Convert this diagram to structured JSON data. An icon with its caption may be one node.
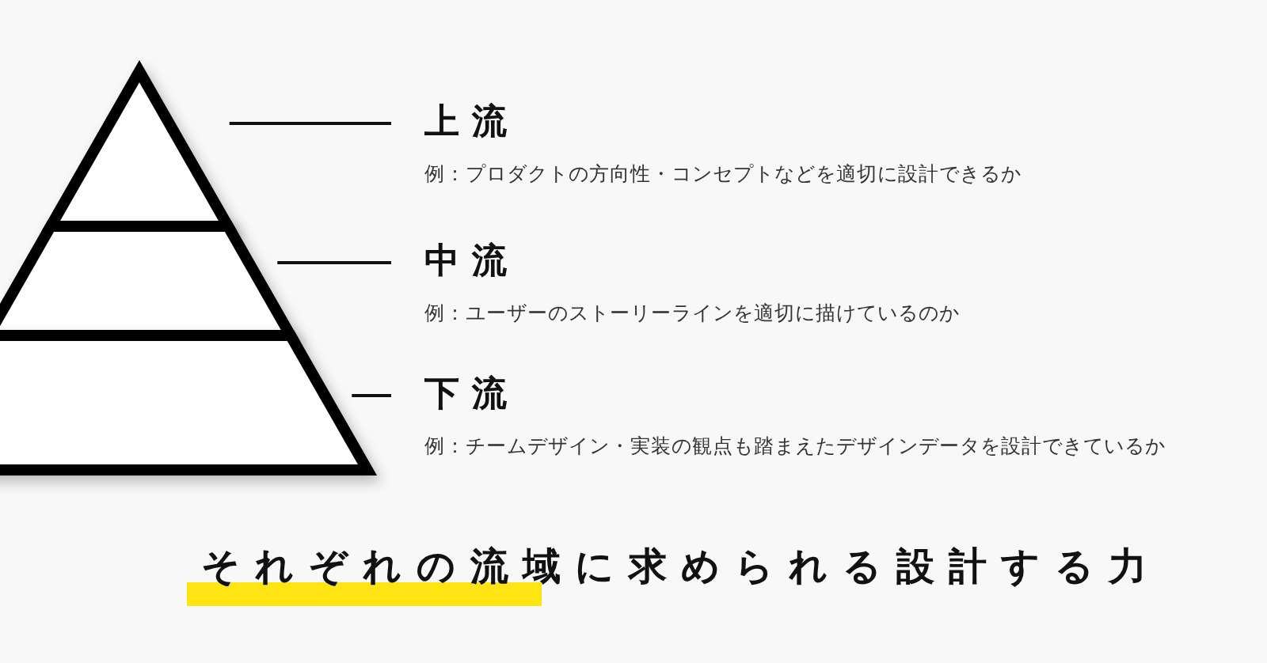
{
  "diagram": {
    "caption": "それぞれの流域に求められる設計する力",
    "nodes": [
      {
        "text": [],
        "shape": "triangle"
      },
      {
        "text": [
          "上流",
          "例：プロダクトの方向性・コンセプトなどを適切に設計できるか"
        ]
      },
      {
        "text": [],
        "shape": "trapezoid"
      },
      {
        "text": [
          "中流",
          "例：ユーザーのストーリーラインを適切に描けているのか"
        ]
      },
      {
        "text": [],
        "shape": "trapezoid"
      },
      {
        "text": [
          "下流",
          "例：チームデザイン・実装の観点も踏まえたデザインデータを設計できているか"
        ]
      }
    ],
    "edges": [
      {
        "from": 1,
        "to": 0,
        "arrow": "none"
      },
      {
        "from": 3,
        "to": 2,
        "arrow": "none"
      },
      {
        "from": 5,
        "to": 4,
        "arrow": "none"
      }
    ]
  }
}
